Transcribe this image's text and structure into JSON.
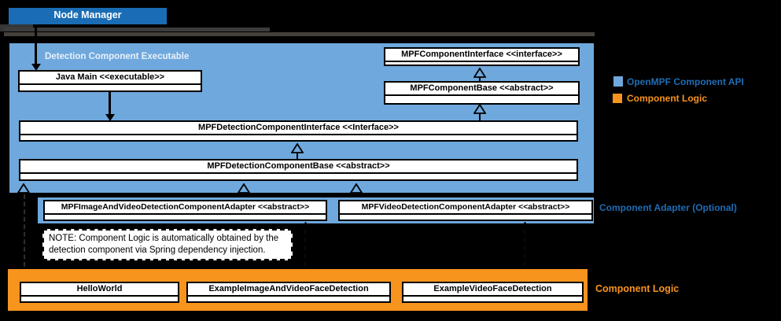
{
  "title": "OpenMPF Java Detection Component API class diagram",
  "colors": {
    "container_blue": "#6FA8DC",
    "node_manager_blue": "#1A6DB5",
    "component_logic_orange": "#F7941E",
    "blue_label_text": "#1F6DB5",
    "orange_label_text": "#F7941E",
    "box_background": "#FFFFFF",
    "page_background": "#000000"
  },
  "node_manager": {
    "label": "Node Manager"
  },
  "executable_container": {
    "label": "Detection Component Executable"
  },
  "classes": {
    "java_main": "Java Main <<executable>>",
    "mpf_component_interface": "MPFComponentInterface <<interface>>",
    "mpf_component_base": "MPFComponentBase <<abstract>>",
    "mpf_detection_component_interface": "MPFDetectionComponentInterface <<Interface>>",
    "mpf_detection_component_base": "MPFDetectionComponentBase <<abstract>>",
    "image_video_adapter": "MPFImageAndVideoDetectionComponentAdapter <<abstract>>",
    "video_adapter": "MPFVideoDetectionComponentAdapter <<abstract>>",
    "hello_world": "HelloWorld",
    "example_image_video_face_detection": "ExampleImageAndVideoFaceDetection",
    "example_video_face_detection": "ExampleVideoFaceDetection"
  },
  "labels": {
    "component_adapter_optional": "Component Adapter (Optional)",
    "component_logic_bottom": "Component Logic"
  },
  "legend": {
    "items": [
      {
        "swatch_color": "#6FA8DC",
        "label": "OpenMPF Component API"
      },
      {
        "swatch_color": "#F7941E",
        "label": "Component Logic"
      }
    ]
  },
  "note": {
    "text": "NOTE: Component Logic is automatically obtained by the detection component via Spring dependency injection."
  }
}
